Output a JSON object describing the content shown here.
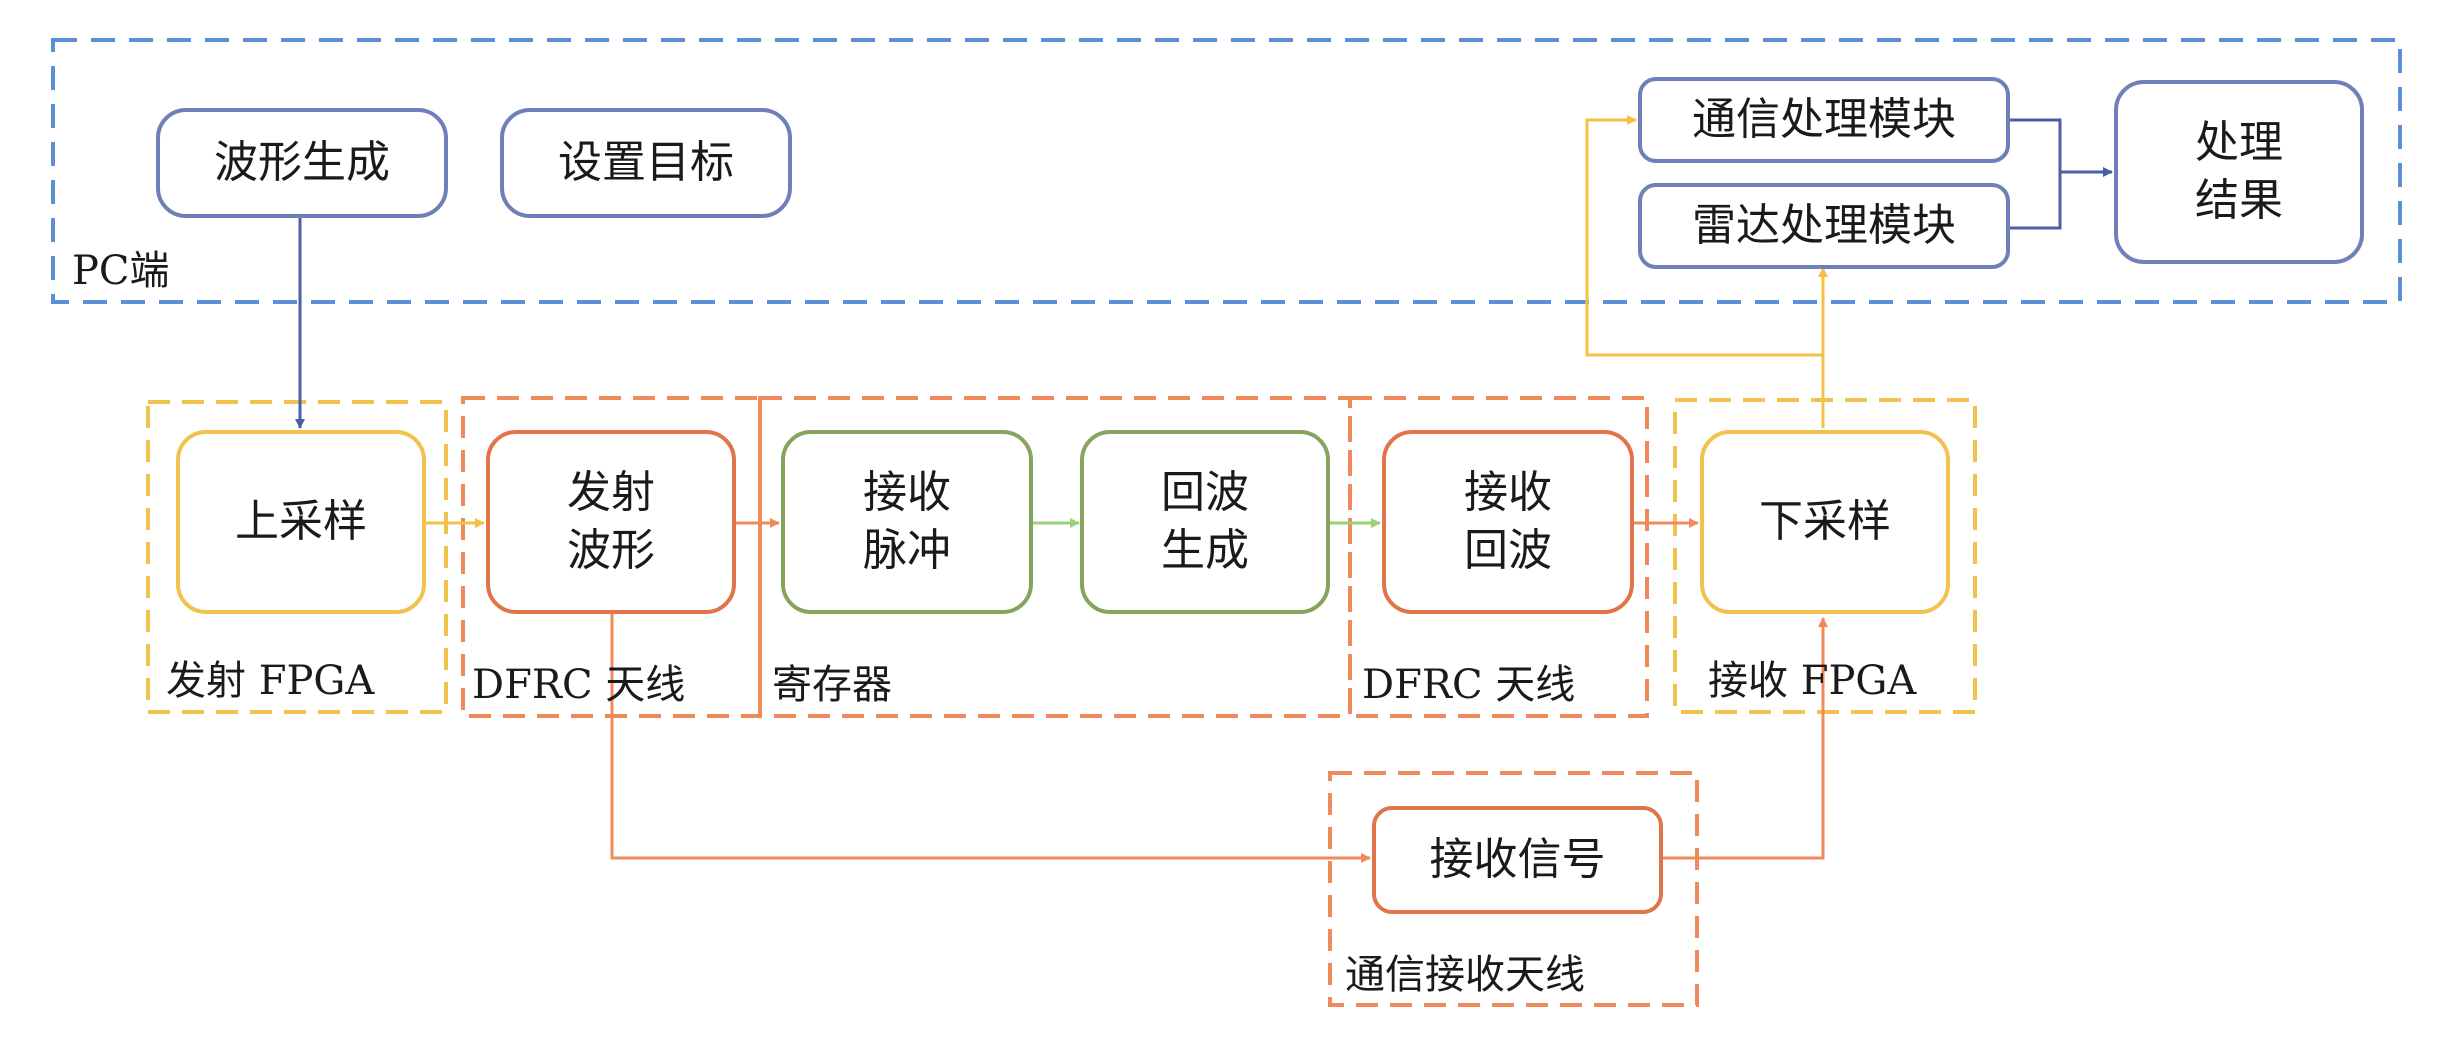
{
  "groups": {
    "pc": "PC端",
    "tx_fpga": "发射 FPGA",
    "dfrc_tx": "DFRC  天线",
    "register": "寄存器",
    "dfrc_rx": "DFRC 天线",
    "rx_fpga": "接收  FPGA",
    "comm_rx": "通信接收天线"
  },
  "nodes": {
    "waveform_gen": "波形生成",
    "set_target": "设置目标",
    "comm_proc": "通信处理模块",
    "radar_proc": "雷达处理模块",
    "result": "处理\n结果",
    "upsample": "上采样",
    "tx_wave": "发射\n波形",
    "rx_pulse": "接收\n脉冲",
    "echo_gen": "回波\n生成",
    "rx_echo": "接收\n回波",
    "downsample": "下采样",
    "rx_signal": "接收信号"
  },
  "colors": {
    "pc": "#5b8fd6",
    "blue_box": "#6f7fb7",
    "blue_arrow": "#4a5fa8",
    "fpga": "#f2c14e",
    "dfrc": "#ef8a5a",
    "orange_box": "#e0744a",
    "green_box": "#86a45e",
    "green_arrow": "#9bcf7a",
    "yellow_arrow": "#f5c046"
  }
}
